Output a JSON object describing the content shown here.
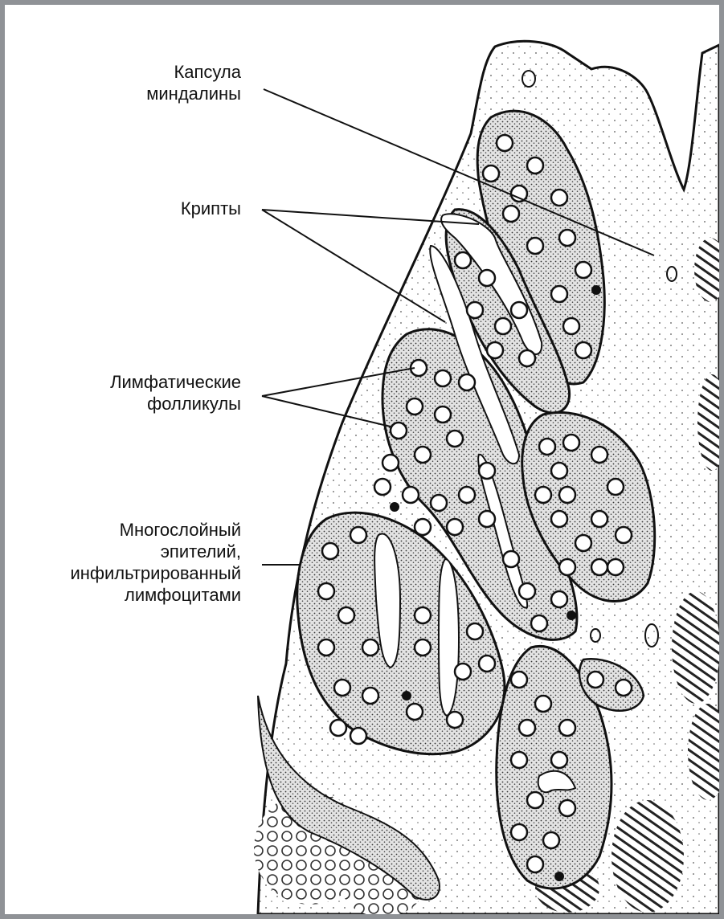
{
  "labels": {
    "capsule": {
      "line1": "Капсула",
      "line2": "миндалины"
    },
    "crypts": {
      "line1": "Крипты"
    },
    "follicles": {
      "line1": "Лимфатические",
      "line2": "фолликулы"
    },
    "epithelium": {
      "line1": "Многослойный",
      "line2": "эпителий,",
      "line3": "инфильтрированный",
      "line4": "лимфоцитами"
    }
  },
  "colors": {
    "ink": "#111111",
    "stroma": "#ffffff",
    "lobe_fill": "#ececec",
    "border": "#8f9296"
  }
}
